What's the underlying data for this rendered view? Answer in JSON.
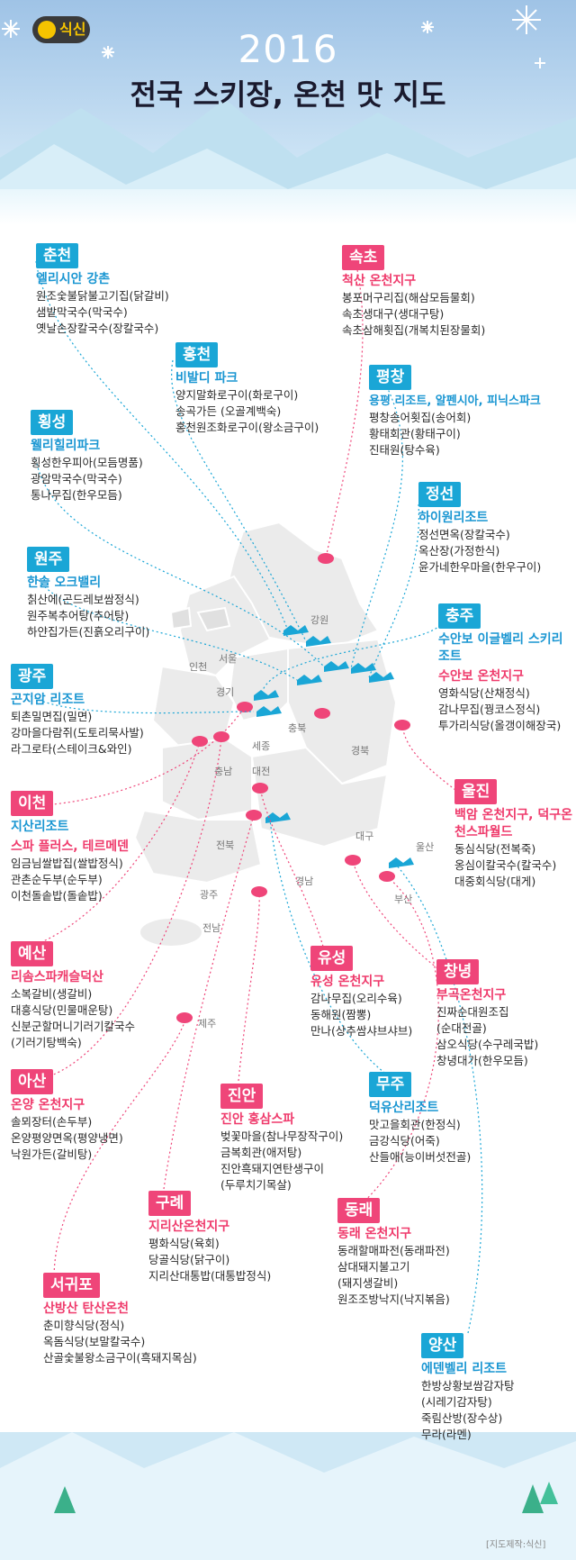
{
  "logo": {
    "text": "식신"
  },
  "header": {
    "year": "2016",
    "title": "전국 스키장, 온천 맛 지도"
  },
  "map_labels": [
    "강원",
    "서울",
    "인천",
    "경기",
    "세종",
    "충남",
    "대전",
    "충북",
    "경북",
    "대구",
    "울산",
    "부산",
    "경남",
    "전북",
    "광주",
    "전남",
    "제주"
  ],
  "regions": [
    {
      "badge": "춘천",
      "color": "blue",
      "name": "엘리시안 강촌",
      "items": [
        "원조숯불닭불고기집(닭갈비)",
        "샘밭막국수(막국수)",
        "옛날손장칼국수(장칼국수)"
      ]
    },
    {
      "badge": "속초",
      "color": "pink",
      "name": "척산 온천지구",
      "items": [
        "봉포머구리집(해삼모듬물회)",
        "속초생대구(생대구탕)",
        "속초삼해횟집(개복치된장물회)"
      ]
    },
    {
      "badge": "홍천",
      "color": "blue",
      "name": "비발디 파크",
      "items": [
        "양지말화로구이(화로구이)",
        "송곡가든 (오골계백숙)",
        "홍천원조화로구이(왕소금구이)"
      ]
    },
    {
      "badge": "평창",
      "color": "blue",
      "name": "용평 리조트, 알펜시아, 피닉스파크",
      "items": [
        "평창송어횟집(송어회)",
        "황태회관(황태구이)",
        "진태원(탕수육)"
      ]
    },
    {
      "badge": "횡성",
      "color": "blue",
      "name": "웰리힐리파크",
      "items": [
        "횡성한우피아(모듬명품)",
        "광암막국수(막국수)",
        "통나무집(한우모듬)"
      ]
    },
    {
      "badge": "정선",
      "color": "blue",
      "name": "하이원리조트",
      "items": [
        "정선면옥(장칼국수)",
        "옥산장(가정한식)",
        "윤가네한우마을(한우구이)"
      ]
    },
    {
      "badge": "원주",
      "color": "blue",
      "name": "한솔 오크밸리",
      "items": [
        "칡산에(곤드레보쌈정식)",
        "원주복추어탕(추어탕)",
        "하얀집가든(진흙오리구이)"
      ]
    },
    {
      "badge": "충주",
      "color": "blue",
      "name": "수안보 이글벨리 스키리조트",
      "name2": "수안보 온천지구",
      "items": [
        "영화식당(산채정식)",
        "감나무집(꿩코스정식)",
        "투가리식당(올갱이해장국)"
      ]
    },
    {
      "badge": "광주",
      "color": "blue",
      "name": "곤지암 리조트",
      "items": [
        "퇴촌밀면집(밀면)",
        "강마을다람쥐(도토리묵사발)",
        "라그로타(스테이크&와인)"
      ]
    },
    {
      "badge": "이천",
      "color": "pink",
      "name": "지산리조트",
      "name2": "스파 플러스, 테르메덴",
      "items": [
        "임금님쌀밥집(쌀밥정식)",
        "관촌순두부(순두부)",
        "이천돌솥밥(돌솥밥)"
      ]
    },
    {
      "badge": "울진",
      "color": "pink",
      "name": "백암 온천지구, 덕구온천스파월드",
      "items": [
        "동심식당(전복죽)",
        "옹심이칼국수(칼국수)",
        "대중회식당(대게)"
      ]
    },
    {
      "badge": "예산",
      "color": "pink",
      "name": "리솜스파캐슬덕산",
      "items": [
        "소복갈비(생갈비)",
        "대흥식당(민물매운탕)",
        "신분군할머니기러기칼국수",
        "(기러기탕백숙)"
      ]
    },
    {
      "badge": "유성",
      "color": "pink",
      "name": "유성 온천지구",
      "items": [
        "감나무집(오리수육)",
        "동해원(짬뽕)",
        "만나(상추쌈샤브샤브)"
      ]
    },
    {
      "badge": "창녕",
      "color": "pink",
      "name": "부곡온천지구",
      "items": [
        "진짜순대원조집",
        "(순대전골)",
        "삼오식당(수구레국밥)",
        "창녕대가(한우모듬)"
      ]
    },
    {
      "badge": "아산",
      "color": "pink",
      "name": "온양 온천지구",
      "items": [
        "솔뫼장터(손두부)",
        "온양평양면옥(평양냉면)",
        "낙원가든(갈비탕)"
      ]
    },
    {
      "badge": "무주",
      "color": "blue",
      "name": "덕유산리조트",
      "items": [
        "맛고을회관(한정식)",
        "금강식당(어죽)",
        "산들애(능이버섯전골)"
      ]
    },
    {
      "badge": "진안",
      "color": "pink",
      "name": "진안 홍삼스파",
      "items": [
        "벚꽃마을(참나무장작구이)",
        "금복회관(애저탕)",
        "진안흑돼지연탄생구이",
        "(두루치기목살)"
      ]
    },
    {
      "badge": "동래",
      "color": "pink",
      "name": "동래 온천지구",
      "items": [
        "동래할매파전(동래파전)",
        "삼대돼지불고기",
        "(돼지생갈비)",
        "원조조방낙지(낙지볶음)"
      ]
    },
    {
      "badge": "구례",
      "color": "pink",
      "name": "지리산온천지구",
      "items": [
        "평화식당(육회)",
        "당골식당(닭구이)",
        "지리산대통밥(대통밥정식)"
      ]
    },
    {
      "badge": "서귀포",
      "color": "pink",
      "name": "산방산 탄산온천",
      "items": [
        "춘미향식당(정식)",
        "옥돔식당(보말칼국수)",
        "산골숯불왕소금구이(흑돼지목심)"
      ]
    },
    {
      "badge": "양산",
      "color": "blue",
      "name": "에덴벨리 리조트",
      "items": [
        "한방상황보쌈감자탕",
        "(시레기감자탕)",
        "죽림산방(장수상)",
        "무라(라멘)"
      ]
    }
  ],
  "credit": "[지도제작:식신]"
}
